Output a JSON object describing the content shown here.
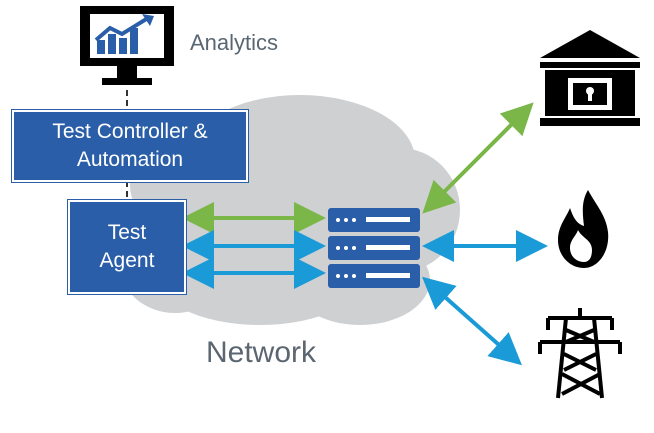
{
  "analytics": {
    "label": "Analytics"
  },
  "controller": {
    "line1": "Test Controller &",
    "line2": "Automation"
  },
  "agent": {
    "line1": "Test",
    "line2": "Agent"
  },
  "network": {
    "label": "Network"
  },
  "colors": {
    "box_fill": "#2a5ea8",
    "green_link": "#7ab648",
    "blue_link": "#1a9ad6",
    "server": "#2a5ea8",
    "cloud": "#cfd0d2",
    "icon": "#000000"
  },
  "icons": {
    "analytics": "monitor-chart-icon",
    "bank": "bank-vault-icon",
    "fire": "flame-icon",
    "power": "power-tower-icon",
    "server": "server-rack-icon"
  }
}
